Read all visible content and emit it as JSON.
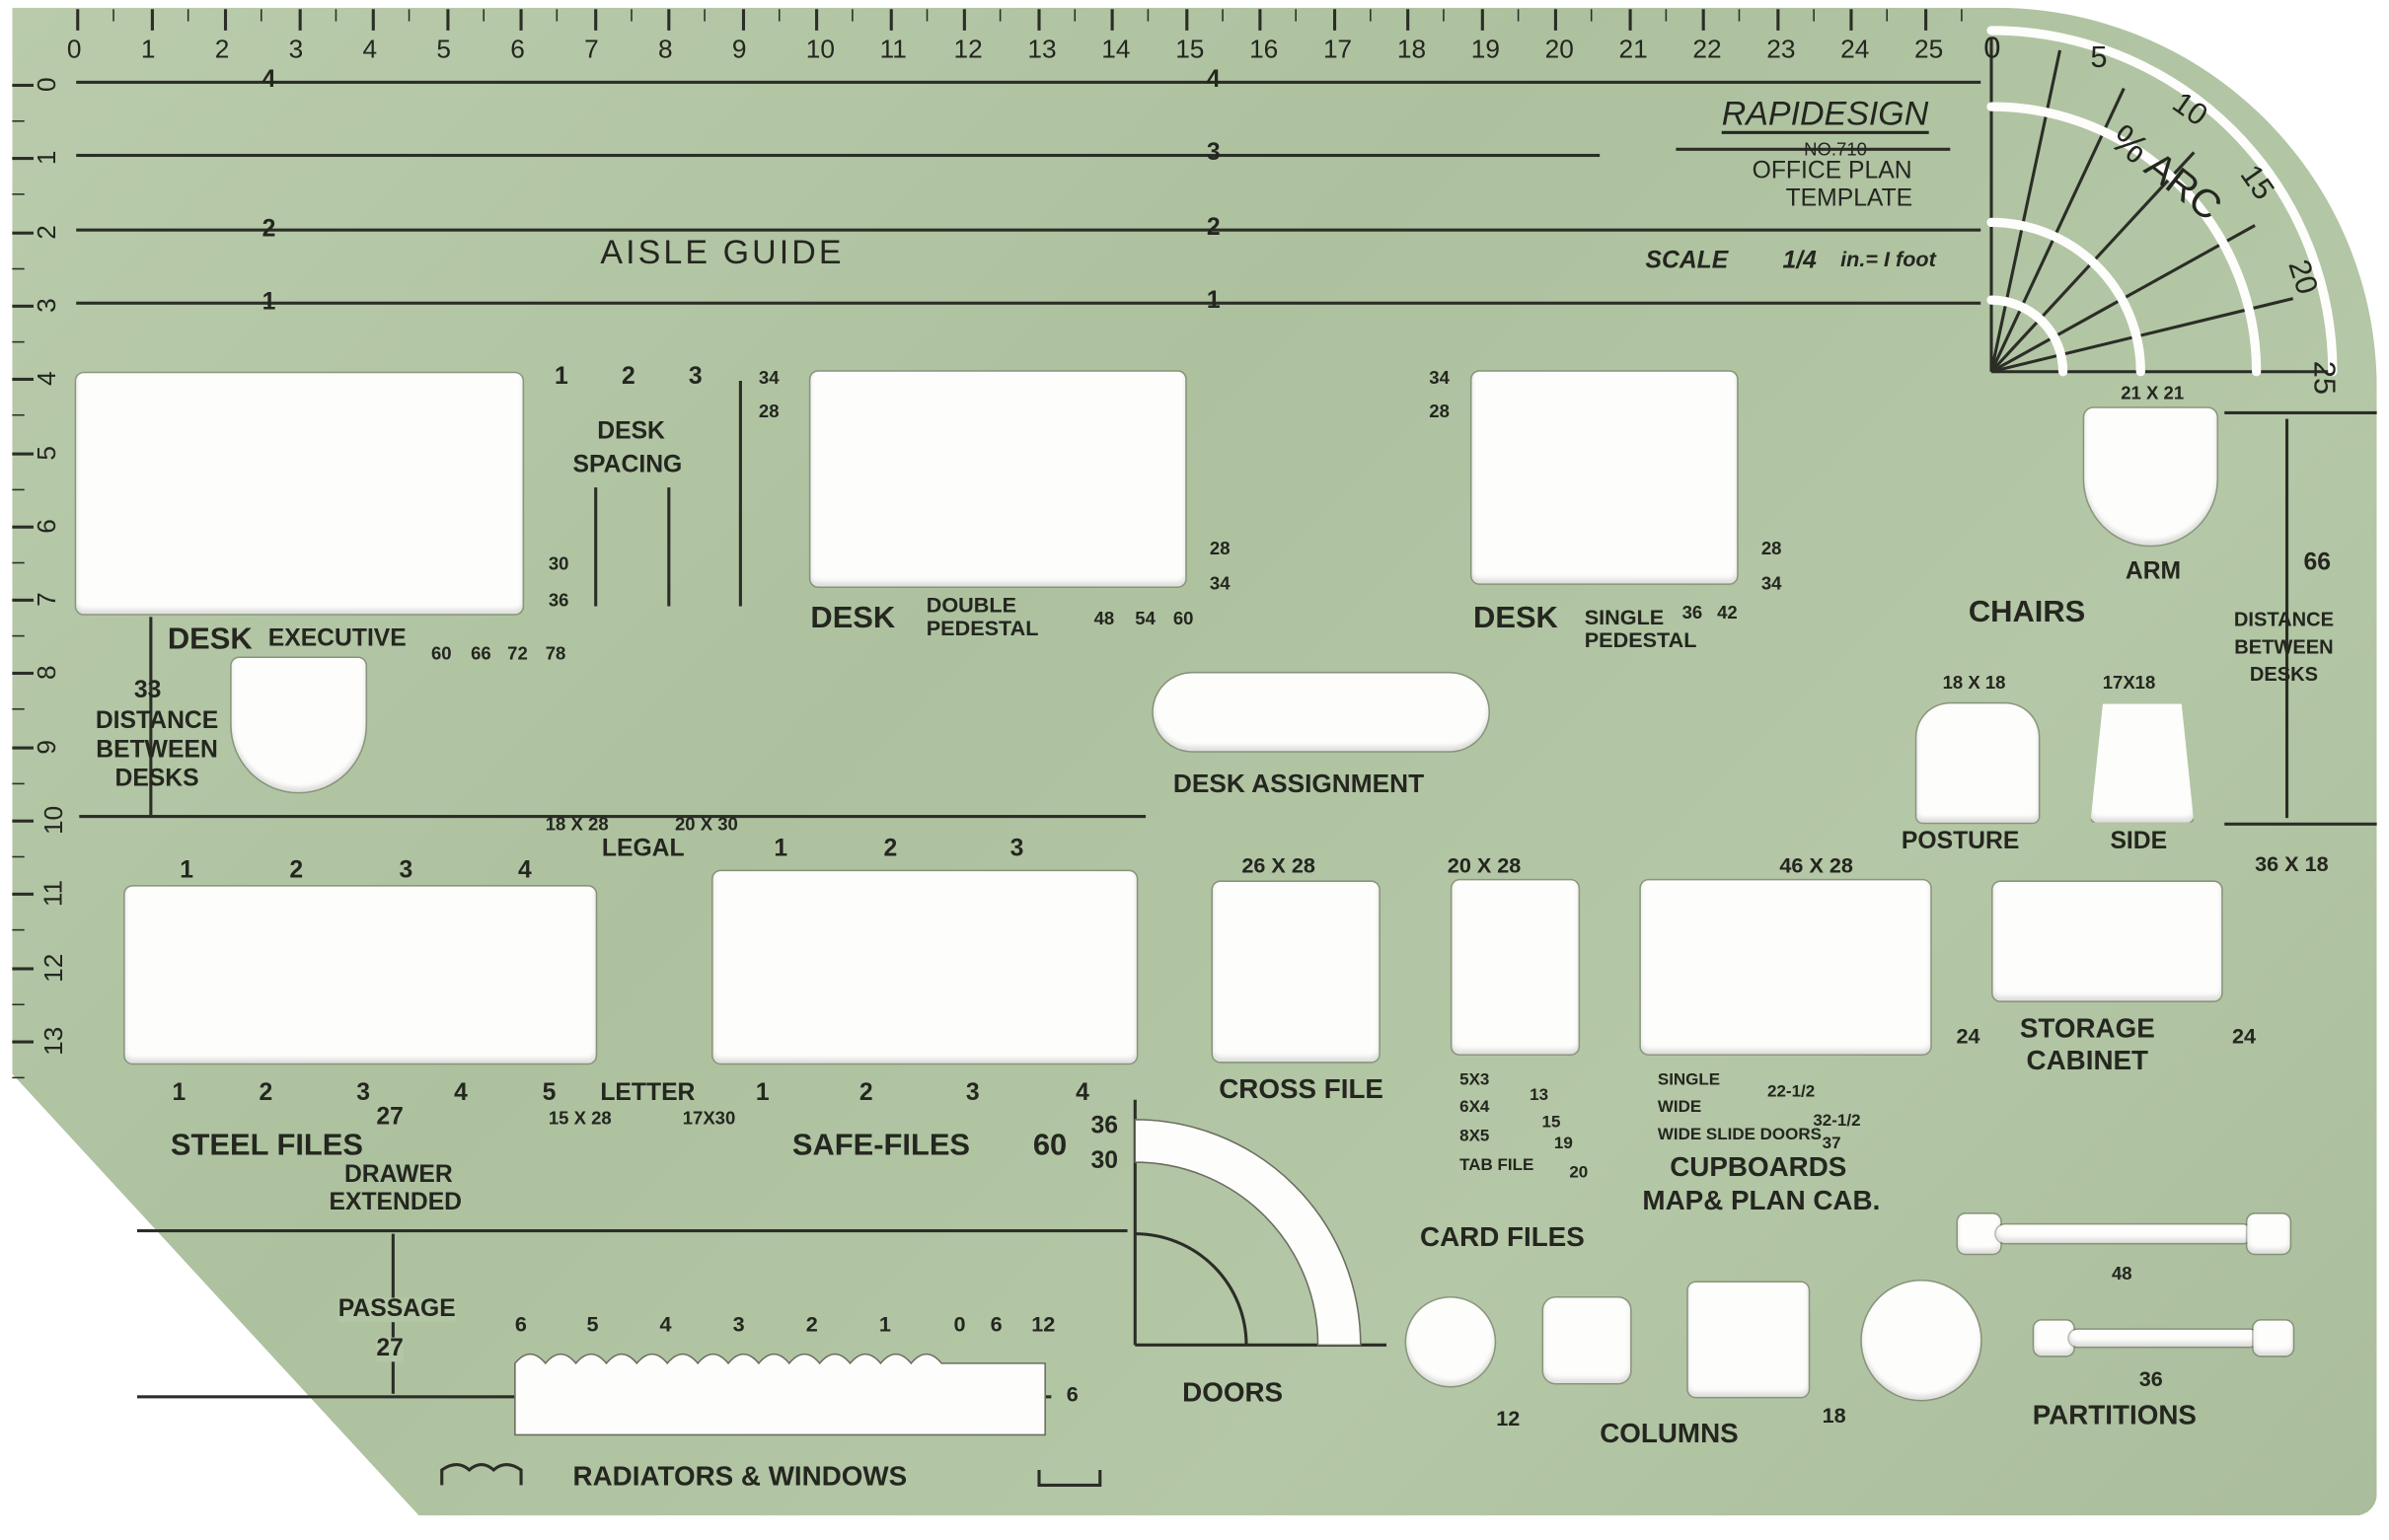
{
  "ruler": {
    "top": [
      "0",
      "1",
      "2",
      "3",
      "4",
      "5",
      "6",
      "7",
      "8",
      "9",
      "10",
      "11",
      "12",
      "13",
      "14",
      "15",
      "16",
      "17",
      "18",
      "19",
      "20",
      "21",
      "22",
      "23",
      "24",
      "25"
    ],
    "left": [
      "0",
      "1",
      "2",
      "3",
      "4",
      "5",
      "6",
      "7",
      "8",
      "9",
      "10",
      "11",
      "12",
      "13"
    ]
  },
  "aisle": {
    "title": "AISLE GUIDE",
    "left_marks": [
      "4",
      "2",
      "1"
    ],
    "right_marks": [
      "4",
      "3",
      "2",
      "1"
    ]
  },
  "logo": {
    "brand": "RAPIDESIGN",
    "number": "NO.710",
    "line1": "OFFICE PLAN",
    "line2": "TEMPLATE",
    "scale_label": "SCALE",
    "scale_value": "1/4",
    "scale_unit": "in.= I foot"
  },
  "arc": {
    "title": "% ARC",
    "ticks": [
      "0",
      "5",
      "10",
      "15",
      "20",
      "25"
    ],
    "size": "21 X 21"
  },
  "desk_exec": {
    "label": "DESK",
    "sub": "EXECUTIVE",
    "side": [
      "30",
      "36"
    ],
    "bottom": [
      "60",
      "66",
      "72",
      "78"
    ]
  },
  "desk_spacing": {
    "label1": "DESK",
    "label2": "SPACING",
    "marks": [
      "1",
      "2",
      "3"
    ]
  },
  "desk_double": {
    "label": "DESK",
    "sub1": "DOUBLE",
    "sub2": "PEDESTAL",
    "top": [
      "34",
      "28"
    ],
    "side": [
      "28",
      "34"
    ],
    "bottom": [
      "48",
      "54",
      "60"
    ]
  },
  "desk_single": {
    "label": "DESK",
    "sub1": "SINGLE",
    "sub2": "PEDESTAL",
    "top": [
      "34",
      "28"
    ],
    "side": [
      "28",
      "34"
    ],
    "bottom": [
      "36",
      "42"
    ]
  },
  "chairs": {
    "label": "CHAIRS",
    "arm": "ARM",
    "posture_size": "18 X 18",
    "side_size": "17X18",
    "posture": "POSTURE",
    "side": "SIDE"
  },
  "distance_right": {
    "value": "66",
    "l1": "DISTANCE",
    "l2": "BETWEEN",
    "l3": "DESKS"
  },
  "distance_left": {
    "value": "33",
    "l1": "DISTANCE",
    "l2": "BETWEEN",
    "l3": "DESKS"
  },
  "desk_assignment": "DESK ASSIGNMENT",
  "steel_files": {
    "legal_size": "18 X 28",
    "legal": "LEGAL",
    "top": [
      "1",
      "2",
      "3",
      "4"
    ],
    "bottom": [
      "1",
      "2",
      "3",
      "4",
      "5"
    ],
    "letter": "LETTER",
    "letter_size": "15 X 28",
    "label": "STEEL FILES",
    "drawer": "27",
    "drawer1": "DRAWER",
    "drawer2": "EXTENDED"
  },
  "safe_files": {
    "size_top": "20 X 30",
    "top": [
      "1",
      "2",
      "3"
    ],
    "bottom": [
      "1",
      "2",
      "3",
      "4"
    ],
    "size_bottom": "17X30",
    "label": "SAFE-FILES",
    "extra": "60"
  },
  "cross_file": {
    "size": "26 X 28",
    "label": "CROSS FILE"
  },
  "card_file": {
    "size": "20 X 28",
    "items": [
      "5X3",
      "6X4",
      "8X5",
      "TAB FILE"
    ],
    "dims": [
      "13",
      "15",
      "19",
      "20"
    ],
    "label": "CARD FILES"
  },
  "cupboards": {
    "size": "46 X 28",
    "items": [
      "SINGLE",
      "WIDE",
      "WIDE SLIDE DOORS"
    ],
    "dims": [
      "22-1/2",
      "32-1/2",
      "37"
    ],
    "label1": "CUPBOARDS",
    "label2": "MAP& PLAN CAB."
  },
  "storage": {
    "size": "36 X 18",
    "l1": "STORAGE",
    "l2": "CABINET",
    "left": "24",
    "right": "24"
  },
  "doors": {
    "d1": "36",
    "d2": "30",
    "label": "DOORS"
  },
  "passage": {
    "label": "PASSAGE",
    "value": "27"
  },
  "radiators": {
    "scale": [
      "6",
      "5",
      "4",
      "3",
      "2",
      "1",
      "0",
      "6",
      "12"
    ],
    "side": "6",
    "label": "RADIATORS & WINDOWS"
  },
  "columns": {
    "left": "12",
    "label": "COLUMNS",
    "right": "18"
  },
  "partitions": {
    "p1": "48",
    "p2": "36",
    "label": "PARTITIONS"
  }
}
